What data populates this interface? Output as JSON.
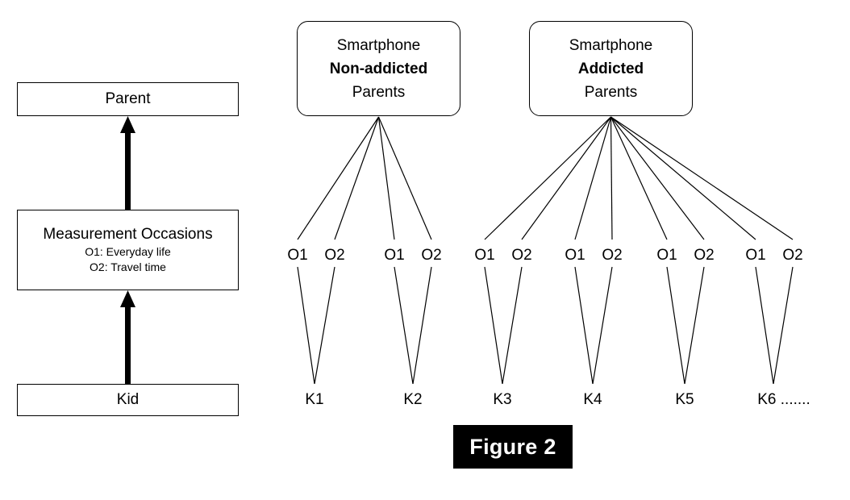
{
  "figure": {
    "caption": "Figure 2",
    "caption_bg": "#000000",
    "caption_fg": "#ffffff"
  },
  "legend_panel": {
    "boxes": [
      {
        "title": "Parent",
        "sub": []
      },
      {
        "title": "Measurement Occasions",
        "sub": [
          "O1: Everyday life",
          "O2: Travel time"
        ]
      },
      {
        "title": "Kid",
        "sub": []
      }
    ],
    "arrows": [
      {
        "from": "Measurement Occasions",
        "to": "Parent",
        "style": "thick-up-arrow"
      },
      {
        "from": "Kid",
        "to": "Measurement Occasions",
        "style": "thick-up-arrow"
      }
    ]
  },
  "model_panel": {
    "groups": [
      {
        "id": "non-addicted",
        "lines": [
          {
            "text": "Smartphone",
            "bold": false
          },
          {
            "text": "Non-addicted",
            "bold": true
          },
          {
            "text": "Parents",
            "bold": false
          }
        ],
        "kids": [
          "K1",
          "K2"
        ],
        "occasions_per_kid": [
          "O1",
          "O2"
        ]
      },
      {
        "id": "addicted",
        "lines": [
          {
            "text": "Smartphone",
            "bold": false
          },
          {
            "text": "Addicted",
            "bold": true
          },
          {
            "text": "Parents",
            "bold": false
          }
        ],
        "kids": [
          "K3",
          "K4",
          "K5",
          "K6 ......."
        ],
        "occasions_per_kid": [
          "O1",
          "O2"
        ]
      }
    ],
    "occasion_labels": [
      "O1",
      "O2",
      "O1",
      "O2",
      "O1",
      "O2",
      "O1",
      "O2",
      "O1",
      "O2",
      "O1",
      "O2"
    ],
    "kid_labels": [
      "K1",
      "K2",
      "K3",
      "K4",
      "K5",
      "K6 ......."
    ]
  },
  "colors": {
    "stroke": "#000000",
    "background": "#ffffff"
  }
}
